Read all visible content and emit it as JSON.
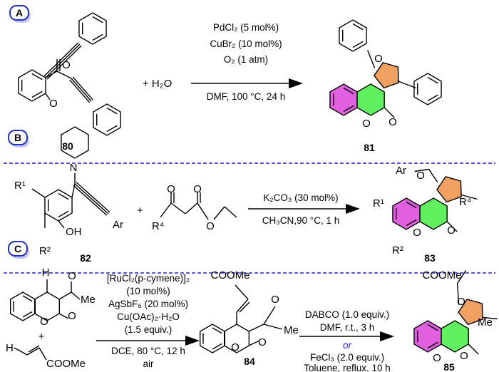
{
  "panels": [
    {
      "label": "A",
      "reagent_plus": "+ H₂O",
      "conditions_above": [
        "PdCl₂ (5 mol%)",
        "CuBr₂ (10 mol%)",
        "O₂ (1 atm)"
      ],
      "conditions_below": [
        "DMF, 100 °C, 24 h"
      ],
      "reactant_number": "80",
      "product_number": "81"
    },
    {
      "label": "B",
      "plus": "+",
      "conditions_above": [
        "K₂CO₃ (30 mol%)"
      ],
      "conditions_below": [
        "CH₃CN,90 °C, 1 h"
      ],
      "reactant_number": "82",
      "product_number": "83",
      "atoms": {
        "r1": "R¹",
        "r2": "R²",
        "r4": "R⁴",
        "oh": "OH",
        "ar": "Ar",
        "n": "N"
      }
    },
    {
      "label": "C",
      "plus": "+",
      "conditions1_above": [
        "[RuCl₂(p-cymene)]₂",
        "(10 mol%)",
        "AgSbF₆ (20 mol%)",
        "Cu(OAc)₂·H₂O",
        "(1.5 equiv.)"
      ],
      "conditions1_below": [
        "DCE, 80 °C, 12 h",
        "air"
      ],
      "conditions2_above": [
        "DABCO (1.0 equiv.)",
        "DMF, r.t., 3 h"
      ],
      "conditions2_or": "or",
      "conditions2_below": [
        "FeCl₃ (2.0 equiv.)",
        "Toluene, reflux, 10 h"
      ],
      "intermediate_number": "84",
      "product_number": "85",
      "atoms": {
        "h": "H",
        "me": "Me",
        "coome": "COOMe"
      }
    }
  ],
  "atoms": {
    "o": "O"
  },
  "colors": {
    "benzo": "#e060e0",
    "pyranone": "#60f060",
    "furan": "#f0a060",
    "divider": "#2020e0",
    "badge": "#2030c0",
    "or_text": "#2020e0"
  }
}
